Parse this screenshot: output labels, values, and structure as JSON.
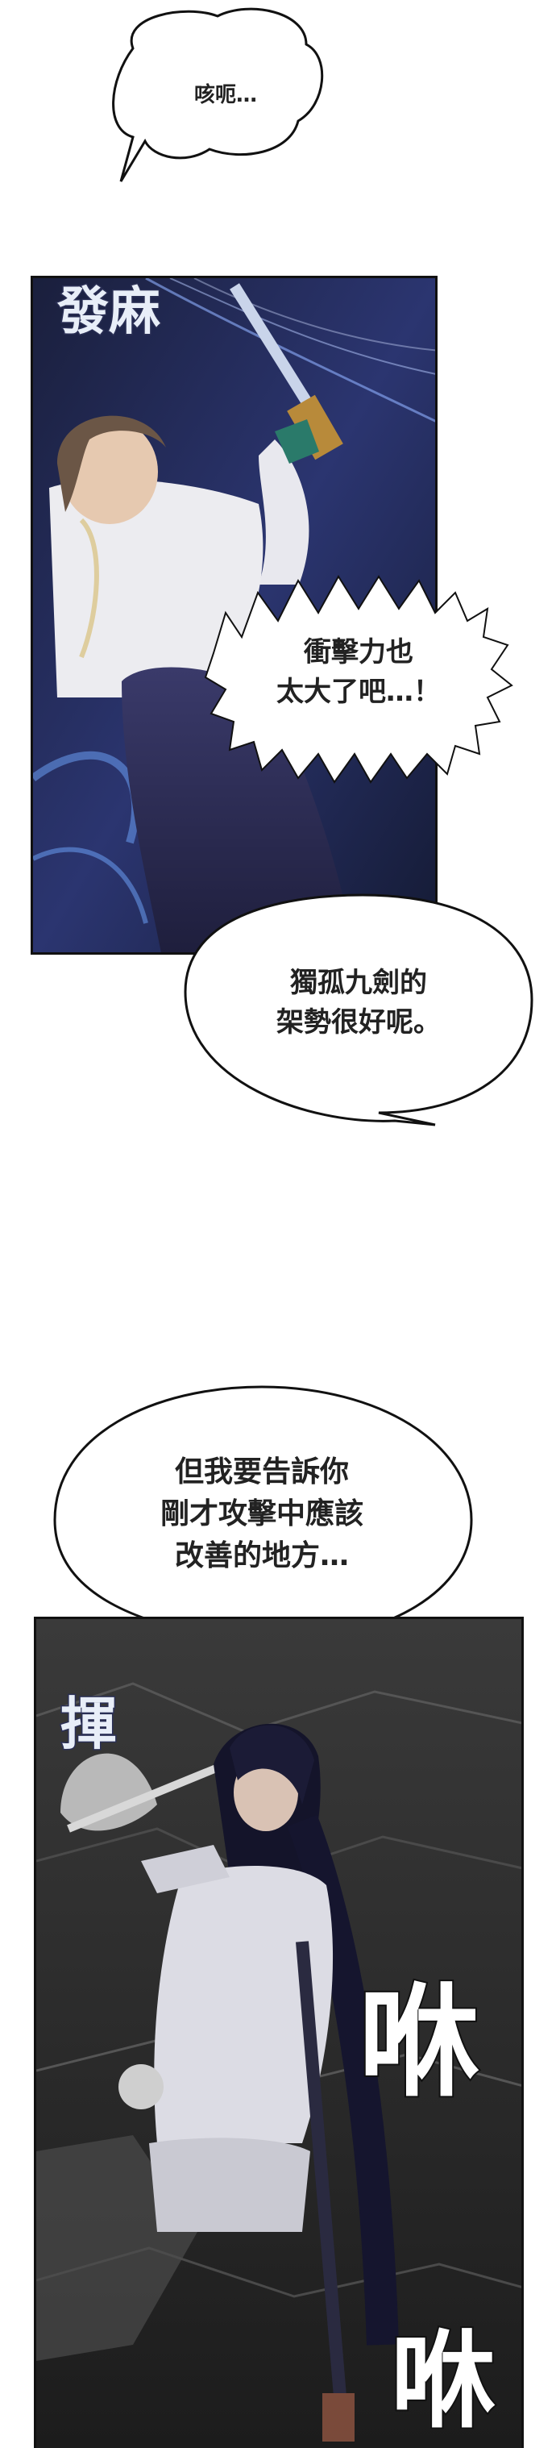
{
  "bubbles": [
    {
      "id": "b1",
      "text": "咳呃…"
    },
    {
      "id": "b2",
      "text": "衝擊力也\n太大了吧…！"
    },
    {
      "id": "b3",
      "text": "獨孤九劍的\n架勢很好呢。"
    },
    {
      "id": "b4",
      "text": "但我要告訴你\n剛才攻擊中應該\n改善的地方…"
    }
  ],
  "sfx": {
    "numb": "發麻",
    "swing": "揮",
    "whoosh": "咻",
    "whoosh2": "咻"
  }
}
